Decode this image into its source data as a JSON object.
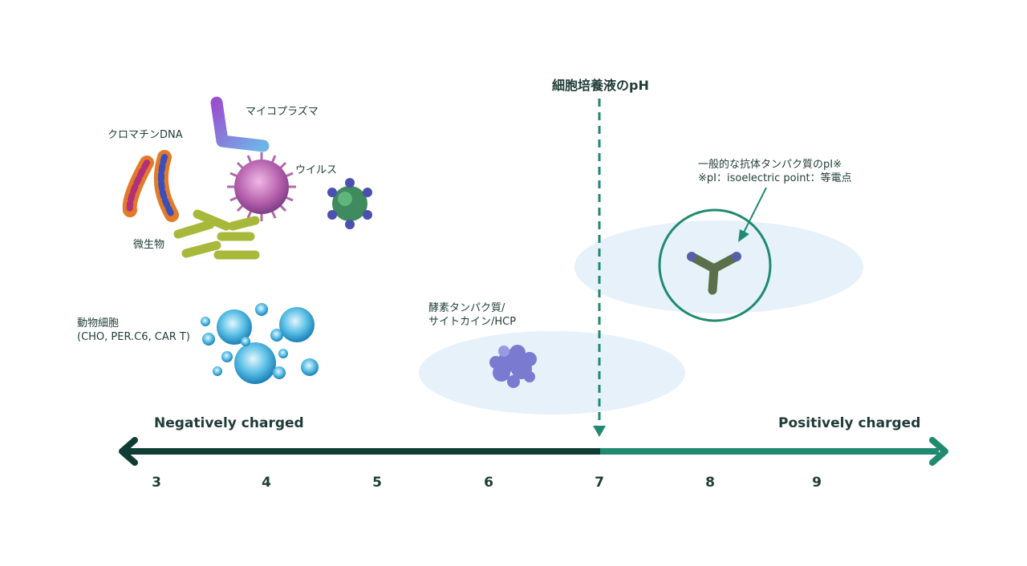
{
  "ph_marker": {
    "label": "細胞培養液のpH",
    "value": 7
  },
  "axis": {
    "ticks": [
      "3",
      "4",
      "5",
      "6",
      "7",
      "8",
      "9"
    ],
    "negative_label": "Negatively charged",
    "positive_label": "Positively charged",
    "colors": {
      "negative": "#0f3d33",
      "positive": "#1f8a70"
    }
  },
  "items": {
    "chromatin": "クロマチンDNA",
    "mycoplasma": "マイコプラズマ",
    "virus": "ウイルス",
    "microbe": "微生物",
    "animal_cells": [
      "動物細胞",
      "(CHO, PER.C6, CAR T)"
    ],
    "enzyme": [
      "酵素タンパク質/",
      "サイトカイン/HCP"
    ],
    "antibody": [
      "一般的な抗体タンパク質のpI※",
      "※pI：isoelectric point：等電点"
    ]
  },
  "colors": {
    "accent": "#1f8a70",
    "ellipse": "#e6f1fa",
    "text": "#1f3b36"
  }
}
